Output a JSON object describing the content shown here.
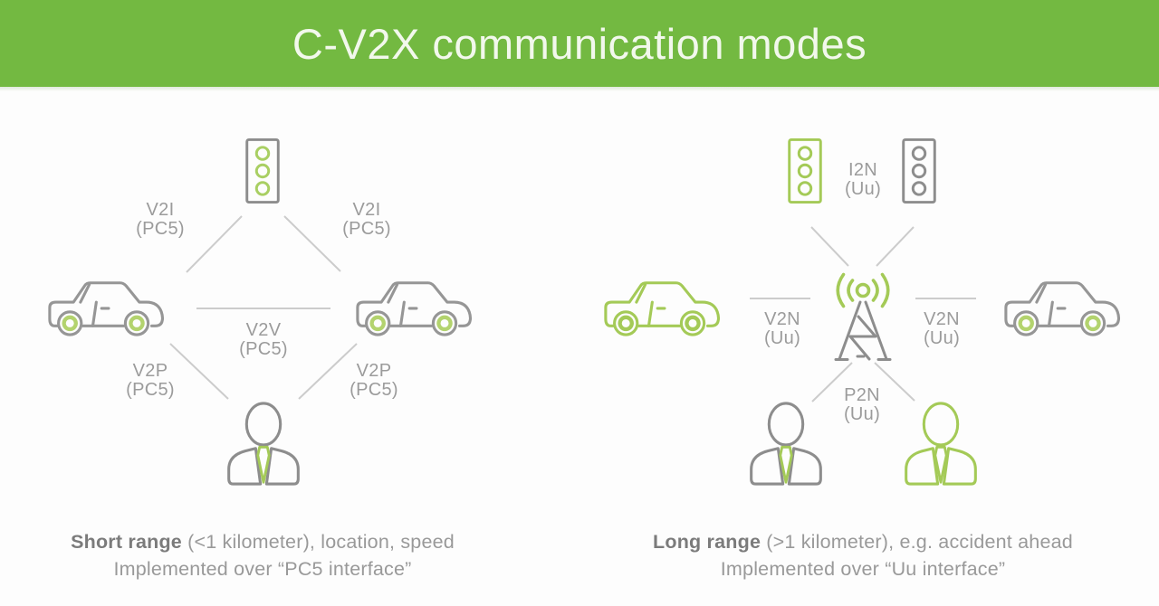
{
  "header": {
    "title": "C-V2X communication modes"
  },
  "colors": {
    "header_green": "#73b941",
    "accent_green": "#a4ca57",
    "icon_gray": "#8d8d8d",
    "connector_gray": "#cccccc",
    "label_gray": "#9b9b9b"
  },
  "short_range": {
    "labels": {
      "v2i_left": {
        "mode": "V2I",
        "iface": "(PC5)"
      },
      "v2i_right": {
        "mode": "V2I",
        "iface": "(PC5)"
      },
      "v2v": {
        "mode": "V2V",
        "iface": "(PC5)"
      },
      "v2p_left": {
        "mode": "V2P",
        "iface": "(PC5)"
      },
      "v2p_right": {
        "mode": "V2P",
        "iface": "(PC5)"
      }
    },
    "caption": {
      "lead": "Short range",
      "rest": " (<1 kilometer), location, speed",
      "line2": "Implemented over “PC5 interface”"
    }
  },
  "long_range": {
    "labels": {
      "i2n": {
        "mode": "I2N",
        "iface": "(Uu)"
      },
      "v2n_left": {
        "mode": "V2N",
        "iface": "(Uu)"
      },
      "v2n_right": {
        "mode": "V2N",
        "iface": "(Uu)"
      },
      "p2n": {
        "mode": "P2N",
        "iface": "(Uu)"
      }
    },
    "caption": {
      "lead": "Long range",
      "rest": " (>1 kilometer), e.g. accident ahead",
      "line2": "Implemented over “Uu interface”"
    }
  },
  "icons": {
    "traffic_light": "traffic-light-icon",
    "car": "car-icon",
    "pedestrian": "pedestrian-icon",
    "cell_tower": "cell-tower-icon"
  }
}
